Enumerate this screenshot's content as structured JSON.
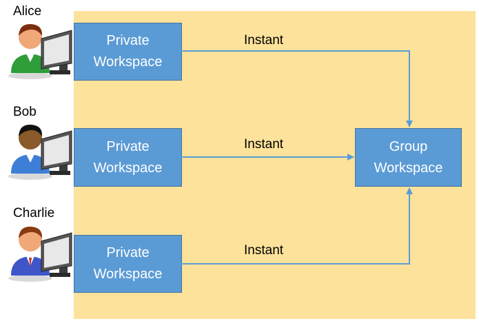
{
  "users": [
    {
      "name": "Alice",
      "shirt": "#2e9d3a",
      "skin": "#f0a878",
      "hair": "#7a2e0e"
    },
    {
      "name": "Bob",
      "shirt": "#3d7fd6",
      "skin": "#8a5a2b",
      "hair": "#111111"
    },
    {
      "name": "Charlie",
      "shirt": "#3f56c9",
      "skin": "#f0a878",
      "hair": "#8a3a12"
    }
  ],
  "private_boxes": [
    {
      "line1": "Private",
      "line2": "Workspace"
    },
    {
      "line1": "Private",
      "line2": "Workspace"
    },
    {
      "line1": "Private",
      "line2": "Workspace"
    }
  ],
  "group_box": {
    "line1": "Group",
    "line2": "Workspace"
  },
  "edges": [
    {
      "label": "Instant"
    },
    {
      "label": "Instant"
    },
    {
      "label": "Instant"
    }
  ],
  "colors": {
    "background_panel": "#fde29b",
    "box_fill": "#5b9bd5",
    "box_border": "#41719c",
    "arrow": "#5b9bd5"
  }
}
